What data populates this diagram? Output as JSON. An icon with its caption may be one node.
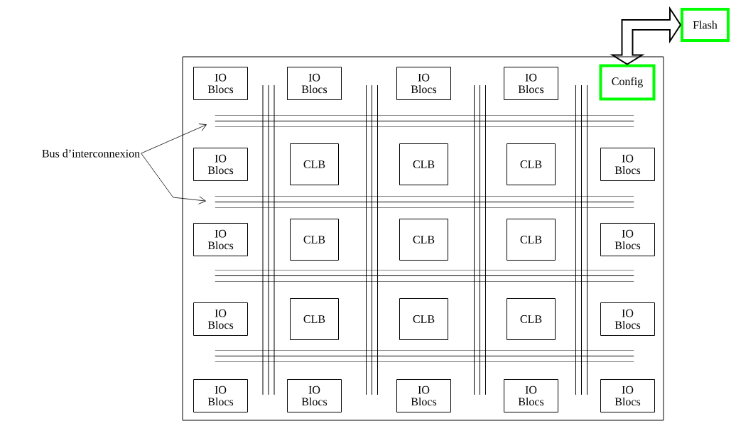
{
  "diagram": {
    "nodes": [
      {
        "text": [],
        "shape": "box"
      },
      {
        "text": [
          "IO Blocs"
        ],
        "in": 0
      },
      {
        "text": [
          "IO Blocs"
        ],
        "in": 0
      },
      {
        "text": [
          "IO Blocs"
        ],
        "in": 0
      },
      {
        "text": [
          "IO Blocs"
        ],
        "in": 0
      },
      {
        "text": [
          "Config"
        ],
        "in": 0
      },
      {
        "text": [],
        "shape": "bar",
        "in": 0
      },
      {
        "text": [
          "IO Blocs"
        ],
        "in": 0
      },
      {
        "text": [
          "CLB"
        ],
        "in": 0
      },
      {
        "text": [
          "CLB"
        ],
        "in": 0
      },
      {
        "text": [
          "CLB"
        ],
        "in": 0
      },
      {
        "text": [
          "IO Blocs"
        ],
        "in": 0
      },
      {
        "text": [],
        "shape": "bar",
        "in": 0
      },
      {
        "text": [
          "IO Blocs"
        ],
        "in": 0
      },
      {
        "text": [
          "CLB"
        ],
        "in": 0
      },
      {
        "text": [
          "CLB"
        ],
        "in": 0
      },
      {
        "text": [
          "CLB"
        ],
        "in": 0
      },
      {
        "text": [
          "IO Blocs"
        ],
        "in": 0
      },
      {
        "text": [],
        "shape": "bar",
        "in": 0
      },
      {
        "text": [
          "IO Blocs"
        ],
        "in": 0
      },
      {
        "text": [
          "CLB"
        ],
        "in": 0
      },
      {
        "text": [
          "CLB"
        ],
        "in": 0
      },
      {
        "text": [
          "CLB"
        ],
        "in": 0
      },
      {
        "text": [
          "IO Blocs"
        ],
        "in": 0
      },
      {
        "text": [],
        "shape": "bar",
        "in": 0
      },
      {
        "text": [
          "IO Blocs"
        ],
        "in": 0
      },
      {
        "text": [
          "IO Blocs"
        ],
        "in": 0
      },
      {
        "text": [
          "IO Blocs"
        ],
        "in": 0
      },
      {
        "text": [
          "IO Blocs"
        ],
        "in": 0
      },
      {
        "text": [
          "IO Blocs"
        ],
        "in": 0
      },
      {
        "text": [
          "Bus d’interconnexion"
        ]
      },
      {
        "text": [
          "Flash"
        ]
      }
    ],
    "edges": [
      {
        "from": 30,
        "to": 6,
        "arrow": "to"
      },
      {
        "from": 30,
        "to": 12,
        "arrow": "to"
      },
      {
        "from": 5,
        "to": 31,
        "arrow": "both",
        "style": "thick"
      }
    ]
  }
}
